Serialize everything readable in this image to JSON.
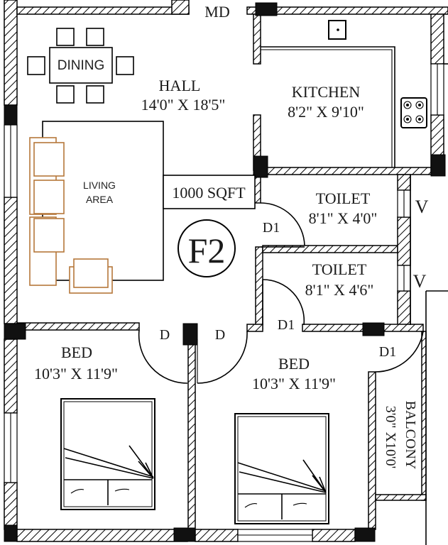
{
  "plan": {
    "unit_label": "F2",
    "area_label": "1000 SQFT",
    "main_door_label": "MD",
    "rooms": {
      "hall": {
        "name": "HALL",
        "size": "14'0\" X 18'5\""
      },
      "kitchen": {
        "name": "KITCHEN",
        "size": "8'2\" X 9'10\""
      },
      "toilet1": {
        "name": "TOILET",
        "size": "8'1\" X 4'0\""
      },
      "toilet2": {
        "name": "TOILET",
        "size": "8'1\" X 4'6\""
      },
      "bed1": {
        "name": "BED",
        "size": "10'3\" X 11'9\""
      },
      "bed2": {
        "name": "BED",
        "size": "10'3\" X 11'9\""
      },
      "balcony": {
        "name": "BALCONY",
        "size": "3'0\" X10'0'"
      }
    },
    "furniture": {
      "dining": "DINING",
      "living_line1": "LIVING",
      "living_line2": "AREA"
    },
    "doors": {
      "toilet1_door": "D1",
      "toilet2_door": "D1",
      "balcony_door": "D1",
      "bed1_door": "D",
      "bed2_door": "D"
    },
    "ventilators": {
      "toilet1_vent": "V",
      "toilet2_vent": "V"
    },
    "colors": {
      "wall_stroke": "#000000",
      "sofa": "#b5773a",
      "background": "#ffffff"
    }
  }
}
